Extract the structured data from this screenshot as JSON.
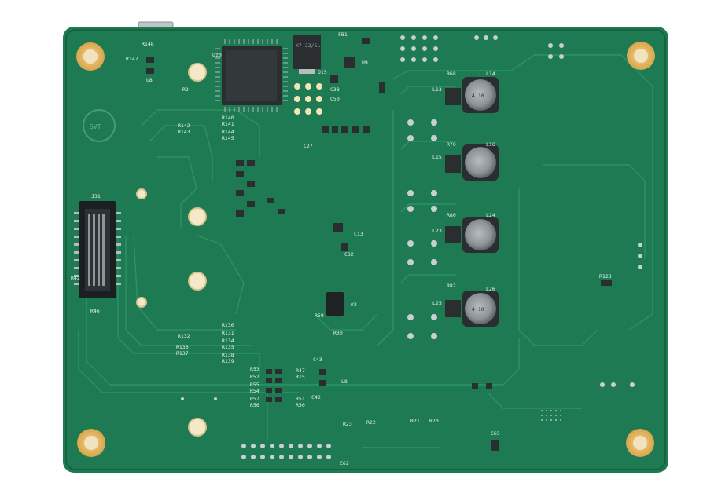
{
  "colors": {
    "board": "#1e7a52",
    "board_dark": "#17633f",
    "trace": "#2a9463",
    "silk": "#e9efe9",
    "gold": "#e8b85a",
    "pad": "#c9ced2",
    "chip": "#2a2e31"
  },
  "labels": {
    "j31": "J31",
    "u8": "U8",
    "u10": "U10",
    "u9": "U9",
    "r147": "R147",
    "r148": "R148",
    "r2": "R2",
    "r42": "R42",
    "r46": "R46",
    "l13": "L13",
    "l14": "L14",
    "l15": "L15",
    "l16": "L16",
    "l23": "L23",
    "l24": "L24",
    "l25": "L25",
    "l26": "L26",
    "r68": "R68",
    "r70": "R70",
    "r80": "R80",
    "r82": "R82",
    "r123": "R123",
    "c42": "C42",
    "c43": "C43",
    "c62": "C62",
    "c65": "C65",
    "c13": "C13",
    "c32": "C32",
    "r130": "R130",
    "r131": "R131",
    "r132": "R132",
    "r134": "R134",
    "r135": "R135",
    "r136": "R136",
    "r137": "R137",
    "r138": "R138",
    "r139": "R139",
    "r140": "R140",
    "r141": "R141",
    "r142": "R142",
    "r143": "R143",
    "r144": "R144",
    "r145": "R145",
    "r53": "R53",
    "r52": "R52",
    "r55": "R55",
    "r54": "R54",
    "r57": "R57",
    "r56": "R56",
    "r47": "R47",
    "r15": "R15",
    "r50": "R50",
    "r51": "R51",
    "r22": "R22",
    "r23": "R23",
    "r20": "R20",
    "r21": "R21",
    "fb1": "FB1",
    "d15": "D15",
    "c38": "C38",
    "c50": "C50",
    "c27": "C27",
    "r59": "R59",
    "r30": "R30",
    "y2": "Y2",
    "l8": "L8",
    "inductor_mark": "4 10",
    "logo_text": "SVT",
    "chip_marking": "K7 22/5L"
  }
}
